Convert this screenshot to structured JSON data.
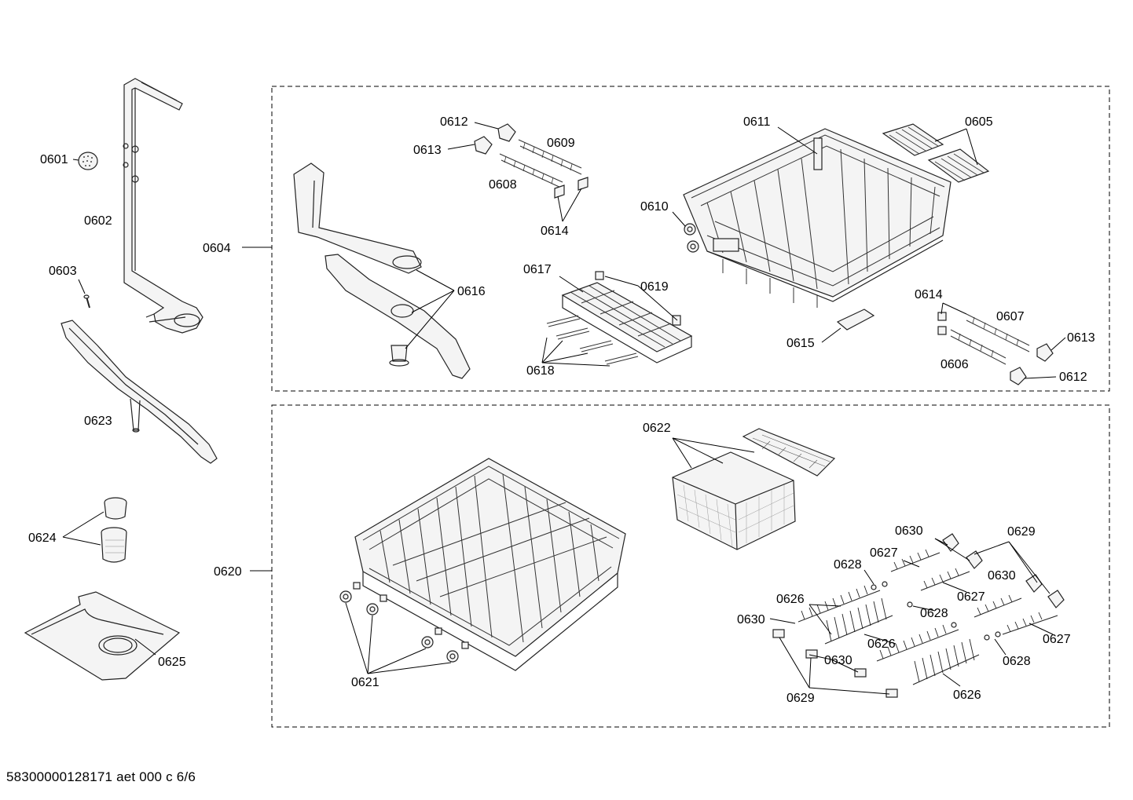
{
  "footer": {
    "document_code": "58300000128171 aet 000 c 6/6"
  },
  "groups": {
    "upper_group": "0604",
    "lower_group": "0620"
  },
  "labels": {
    "p0601": "0601",
    "p0602": "0602",
    "p0603": "0603",
    "p0604": "0604",
    "p0605": "0605",
    "p0606": "0606",
    "p0607": "0607",
    "p0608": "0608",
    "p0609": "0609",
    "p0610": "0610",
    "p0611": "0611",
    "p0612a": "0612",
    "p0612b": "0612",
    "p0613a": "0613",
    "p0613b": "0613",
    "p0614a": "0614",
    "p0614b": "0614",
    "p0615": "0615",
    "p0616": "0616",
    "p0617": "0617",
    "p0618": "0618",
    "p0619": "0619",
    "p0620": "0620",
    "p0621": "0621",
    "p0622": "0622",
    "p0623": "0623",
    "p0624": "0624",
    "p0625": "0625",
    "p0626a": "0626",
    "p0626b": "0626",
    "p0626c": "0626",
    "p0627a": "0627",
    "p0627b": "0627",
    "p0627c": "0627",
    "p0628a": "0628",
    "p0628b": "0628",
    "p0628c": "0628",
    "p0629a": "0629",
    "p0629b": "0629",
    "p0630a": "0630",
    "p0630b": "0630",
    "p0630c": "0630",
    "p0630d": "0630"
  }
}
